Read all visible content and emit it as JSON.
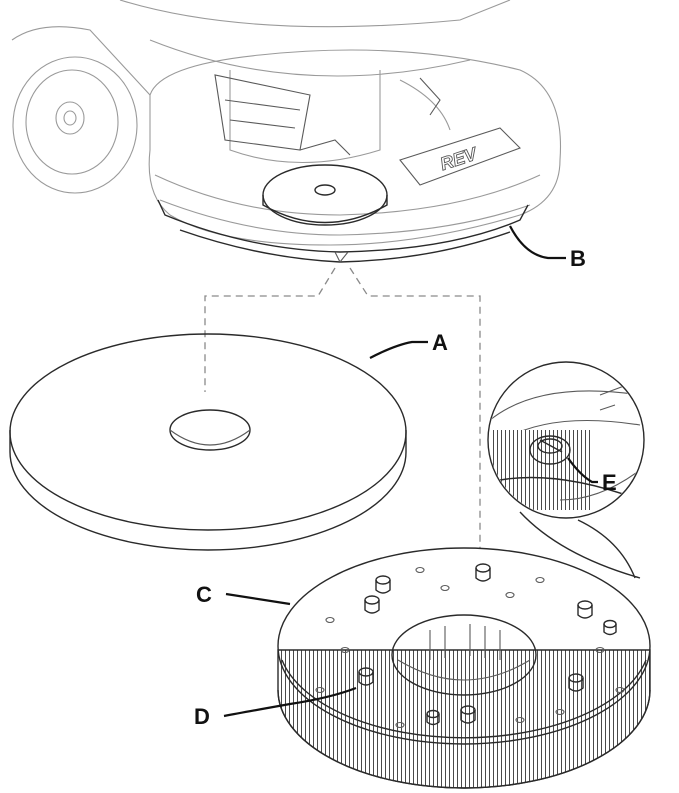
{
  "callouts": {
    "a": "A",
    "b": "B",
    "c": "C",
    "d": "D",
    "e": "E"
  },
  "logo_text": "REV",
  "colors": {
    "line": "#2a2a2a",
    "faint_line": "#9a9a9a",
    "dashed_guide": "#8a8a8a",
    "pad_fill": "#f3f3f3",
    "speckle": "#9c9c9c",
    "background": "#ffffff"
  }
}
